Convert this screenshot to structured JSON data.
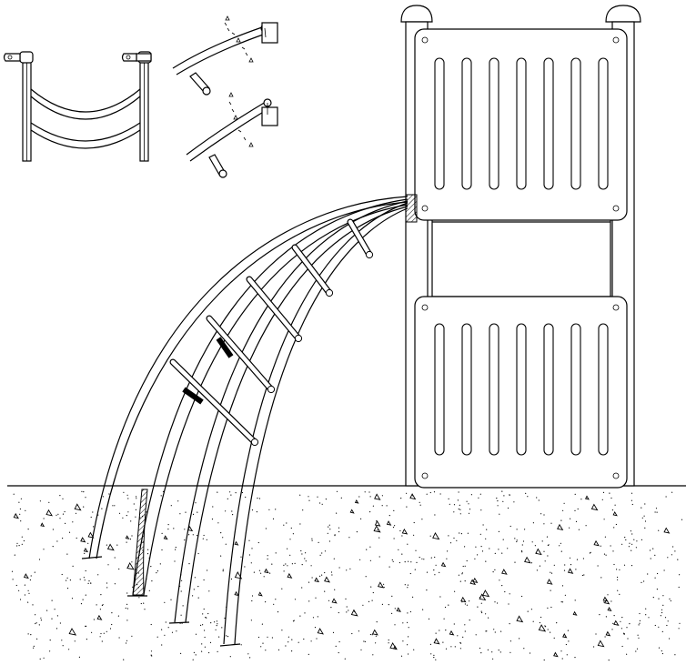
{
  "figure": {
    "subject": "playground-climber-arch-elevation",
    "views": [
      "ladder-front-detail",
      "rung-attachment-detail-upper",
      "rung-attachment-detail-lower",
      "side-elevation"
    ],
    "colors": {
      "line": "#000000",
      "background": "#ffffff",
      "hatch": "#000000"
    }
  }
}
